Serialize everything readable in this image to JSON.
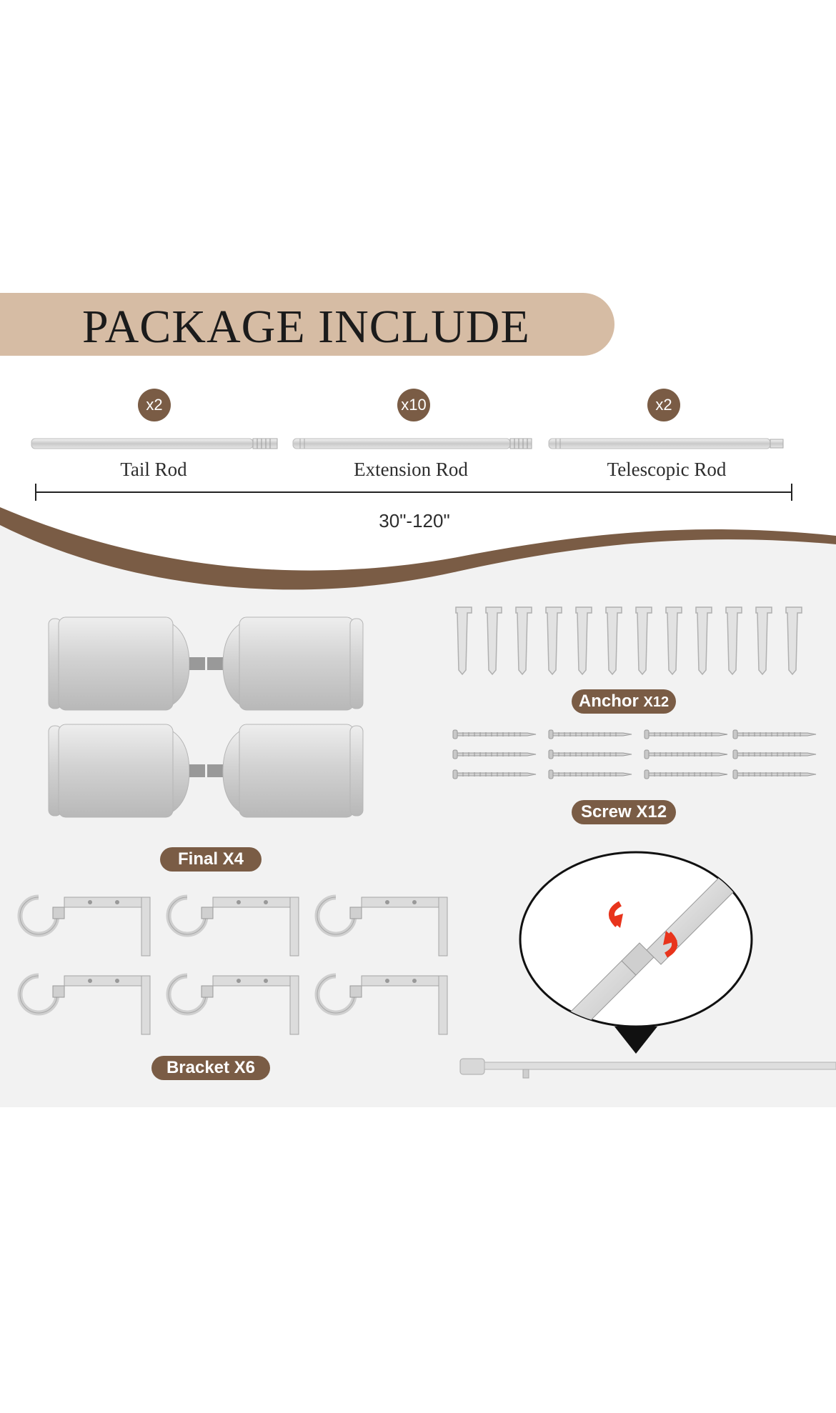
{
  "header": {
    "title": "PACKAGE INCLUDE"
  },
  "rods": [
    {
      "qty": "x2",
      "label": "Tail Rod"
    },
    {
      "qty": "x10",
      "label": "Extension Rod"
    },
    {
      "qty": "x2",
      "label": "Telescopic Rod"
    }
  ],
  "range_label": "30\"-120\"",
  "parts": {
    "anchor": {
      "name": "Anchor",
      "qty": "X12"
    },
    "screw": {
      "label": "Screw X12"
    },
    "finial": {
      "label": "Final X4"
    },
    "bracket": {
      "label": "Bracket X6"
    }
  },
  "colors": {
    "header_band": "#d6bca4",
    "brown": "#7a5c45",
    "light_panel": "#f2f2f2",
    "metal": "#d9d9d9",
    "arrow_red": "#e8341c"
  },
  "icons": [
    "rotate-arrows-icon"
  ]
}
